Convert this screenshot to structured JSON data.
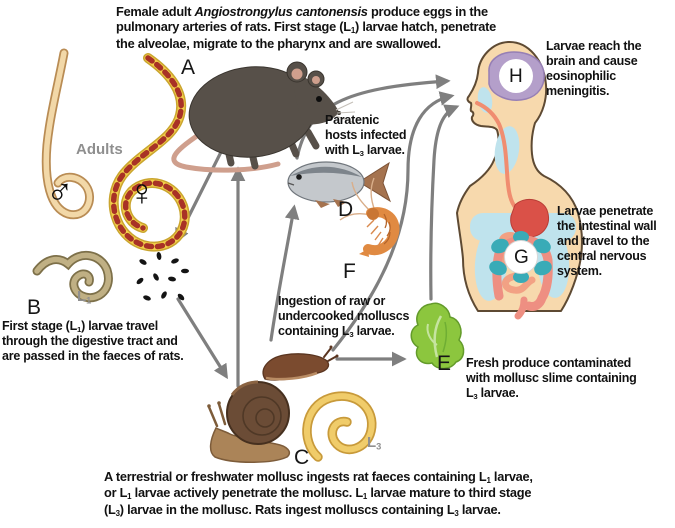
{
  "title": "Angiostrongylus cantonensis life cycle",
  "colors": {
    "arrow": "#7f7f7f",
    "text": "#111111",
    "muted_label": "#8f8f8f",
    "skin": "#f7d9ad",
    "body_outline": "#5e4a33",
    "brain_purple": "#b49fca",
    "lung_blue": "#bfe3ed",
    "organ_red": "#da5148",
    "intestine_salmon": "#ee8f82",
    "teal": "#39abb7",
    "worm_yellow": "#f2cf4a",
    "worm_red_stripe": "#a83226",
    "worm_tan": "#f2d8a8",
    "larva_olive": "#c0b084",
    "larva_gold": "#f0cc6a",
    "lettuce_green": "#8cc63e",
    "rat_gray": "#575049",
    "snail_brown": "#6b4c36"
  },
  "labels": {
    "a": "A",
    "b": "B",
    "c": "C",
    "d": "D",
    "e": "E",
    "f": "F",
    "g": "G",
    "h": "H",
    "adults": "Adults",
    "male_symbol": "♂",
    "female_symbol": "♀"
  },
  "stage_labels": {
    "l1": [
      {
        "t": "L"
      },
      {
        "t": "1",
        "s": "sub"
      }
    ],
    "l3": [
      {
        "t": "L"
      },
      {
        "t": "3",
        "s": "sub"
      }
    ]
  },
  "text_blocks": {
    "top_note": [
      {
        "t": "Female adult "
      },
      {
        "t": "Angiostrongylus cantonensis",
        "s": "i"
      },
      {
        "t": " produce eggs in the"
      },
      {
        "br": true
      },
      {
        "t": "pulmonary arteries of rats. First stage (L"
      },
      {
        "t": "1",
        "s": "sub"
      },
      {
        "t": ") larvae hatch, penetrate"
      },
      {
        "br": true
      },
      {
        "t": "the alveolae, migrate to the pharynx and are swallowed."
      }
    ],
    "brain_note": [
      {
        "t": "Larvae reach the"
      },
      {
        "br": true
      },
      {
        "t": "brain and cause"
      },
      {
        "br": true
      },
      {
        "t": "eosinophilic"
      },
      {
        "br": true
      },
      {
        "t": "meningitis."
      }
    ],
    "paratenic_note": [
      {
        "t": "Paratenic"
      },
      {
        "br": true
      },
      {
        "t": "hosts infected"
      },
      {
        "br": true
      },
      {
        "t": "with L"
      },
      {
        "t": "3",
        "s": "sub"
      },
      {
        "t": " larvae."
      }
    ],
    "intestinal_note": [
      {
        "t": "Larvae penetrate"
      },
      {
        "br": true
      },
      {
        "t": "the intestinal wall"
      },
      {
        "br": true
      },
      {
        "t": "and travel to the"
      },
      {
        "br": true
      },
      {
        "t": "central nervous"
      },
      {
        "br": true
      },
      {
        "t": "system."
      }
    ],
    "first_stage_note": [
      {
        "t": "First stage (L"
      },
      {
        "t": "1",
        "s": "sub"
      },
      {
        "t": ") larvae travel"
      },
      {
        "br": true
      },
      {
        "t": "through the digestive tract and"
      },
      {
        "br": true
      },
      {
        "t": "are passed in the faeces of rats."
      }
    ],
    "ingestion_note": [
      {
        "t": "Ingestion of raw or"
      },
      {
        "br": true
      },
      {
        "t": "undercooked molluscs"
      },
      {
        "br": true
      },
      {
        "t": "containing L"
      },
      {
        "t": "3",
        "s": "sub"
      },
      {
        "t": " larvae."
      }
    ],
    "produce_note": [
      {
        "t": "Fresh produce contaminated"
      },
      {
        "br": true
      },
      {
        "t": "with mollusc slime containing"
      },
      {
        "br": true
      },
      {
        "t": "L"
      },
      {
        "t": "3",
        "s": "sub"
      },
      {
        "t": " larvae."
      }
    ],
    "bottom_note": [
      {
        "t": "A terrestrial or freshwater mollusc ingests rat faeces containing L"
      },
      {
        "t": "1",
        "s": "sub"
      },
      {
        "t": " larvae,"
      },
      {
        "br": true
      },
      {
        "t": "or L"
      },
      {
        "t": "1",
        "s": "sub"
      },
      {
        "t": " larvae actively penetrate the mollusc. L"
      },
      {
        "t": "1",
        "s": "sub"
      },
      {
        "t": " larvae mature to third stage"
      },
      {
        "br": true
      },
      {
        "t": "(L"
      },
      {
        "t": "3",
        "s": "sub"
      },
      {
        "t": ") larvae in the mollusc. Rats ingest molluscs containing L"
      },
      {
        "t": "3",
        "s": "sub"
      },
      {
        "t": " larvae."
      }
    ]
  }
}
